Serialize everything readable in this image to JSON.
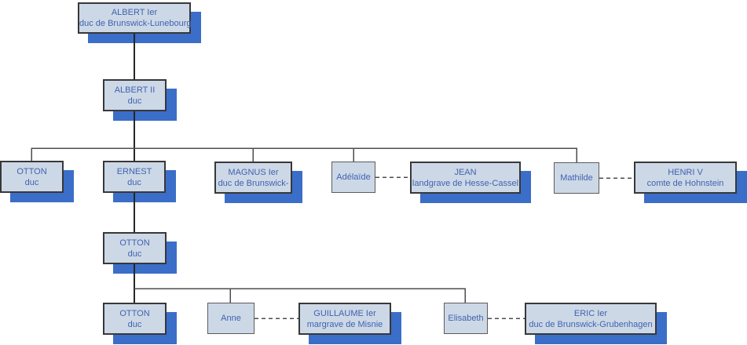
{
  "diagram_type": "genealogy-tree",
  "colors": {
    "background": "#ffffff",
    "box_fill": "#cdd8e7",
    "box_border": "#383838",
    "box_border_light": "#5c5c5c",
    "box_shadow": "#3b6ec8",
    "text": "#3f63ae",
    "line": "#4c4c4c",
    "trunk_line": "#262626"
  },
  "nodes": [
    {
      "name": "ALBERT Ier",
      "title": "duc de Brunswick-Lunebourg"
    },
    {
      "name": "ALBERT II",
      "title": "duc"
    },
    {
      "name": "OTTON",
      "title": "duc"
    },
    {
      "name": "ERNEST",
      "title": "duc"
    },
    {
      "name": "MAGNUS Ier",
      "title": "duc de Brunswick-"
    },
    {
      "name": "Adélaïde",
      "title": ""
    },
    {
      "name": "JEAN",
      "title": "landgrave de Hesse-Cassel"
    },
    {
      "name": "Mathilde",
      "title": ""
    },
    {
      "name": "HENRI V",
      "title": "comte de Hohnstein"
    },
    {
      "name": "OTTON",
      "title": "duc"
    },
    {
      "name": "OTTON",
      "title": "duc"
    },
    {
      "name": "Anne",
      "title": ""
    },
    {
      "name": "GUILLAUME Ier",
      "title": "margrave de Misnie"
    },
    {
      "name": "Elisabeth",
      "title": ""
    },
    {
      "name": "ERIC Ier",
      "title": "duc de Brunswick-Grubenhagen"
    }
  ],
  "relations": {
    "child_links": [
      {
        "parent": "ALBERT Ier",
        "child": "ALBERT II"
      },
      {
        "parent": "ALBERT II",
        "child": "OTTON (duc)"
      },
      {
        "parent": "ALBERT II",
        "child": "ERNEST"
      },
      {
        "parent": "ALBERT II",
        "child": "MAGNUS Ier"
      },
      {
        "parent": "ALBERT II",
        "child": "Adélaïde"
      },
      {
        "parent": "ALBERT II",
        "child": "Mathilde"
      },
      {
        "parent": "ERNEST",
        "child": "OTTON (duc)"
      },
      {
        "parent": "OTTON",
        "child": "OTTON (duc)"
      },
      {
        "parent": "OTTON",
        "child": "Anne"
      },
      {
        "parent": "OTTON",
        "child": "Elisabeth"
      }
    ],
    "spouse_links": [
      {
        "a": "Adélaïde",
        "b": "JEAN"
      },
      {
        "a": "Mathilde",
        "b": "HENRI V"
      },
      {
        "a": "Anne",
        "b": "GUILLAUME Ier"
      },
      {
        "a": "Elisabeth",
        "b": "ERIC Ier"
      }
    ]
  }
}
